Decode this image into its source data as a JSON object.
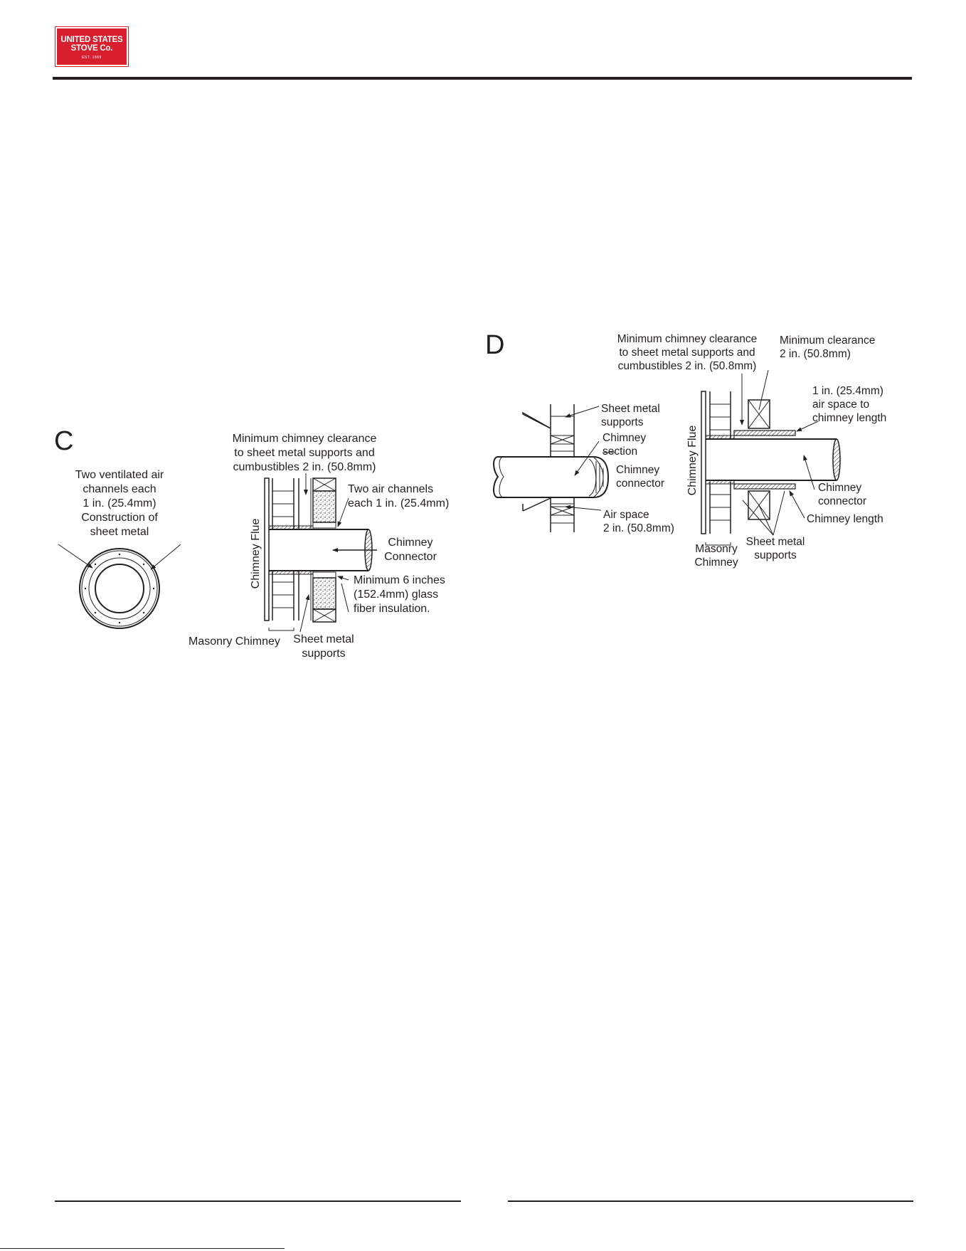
{
  "logo": {
    "line1": "UNITED STATES",
    "line2": "STOVE Co.",
    "line3": "EST. 1869"
  },
  "figure_c": {
    "letter": "C",
    "ring_label": [
      "Two ventilated air",
      "channels each",
      "1 in. (25.4mm)",
      "Construction of",
      "sheet metal"
    ],
    "top_label": [
      "Minimum chimney clearance",
      "to sheet metal supports and",
      "cumbustibles 2 in. (50.8mm)"
    ],
    "air_channels": [
      "Two air channels",
      "each 1 in. (25.4mm)"
    ],
    "connector": [
      "Chimney",
      "Connector"
    ],
    "insulation": [
      "Minimum 6 inches",
      "(152.4mm) glass",
      "fiber insulation."
    ],
    "flue": "Chimney Flue",
    "masonry": "Masonry Chimney",
    "supports": [
      "Sheet metal",
      "supports"
    ]
  },
  "figure_d": {
    "letter": "D",
    "top_label": [
      "Minimum chimney clearance",
      "to sheet metal supports and",
      "cumbustibles 2 in. (50.8mm)"
    ],
    "min_clearance": [
      "Minimum clearance",
      "2 in. (50.8mm)"
    ],
    "air_space_length": [
      "1 in. (25.4mm)",
      "air space to",
      "chimney length"
    ],
    "sheet_metal_supports_left": [
      "Sheet metal",
      "supports"
    ],
    "chimney_section": [
      "Chimney",
      "section"
    ],
    "chimney_connector_left": [
      "Chimney",
      "connector"
    ],
    "air_space": [
      "Air space",
      "2 in. (50.8mm)"
    ],
    "flue": "Chimney Flue",
    "chimney_connector_right": [
      "Chimney",
      "connector"
    ],
    "chimney_length": "Chimney length",
    "masonry": [
      "Masonry",
      "Chimney"
    ],
    "supports_right": [
      "Sheet metal",
      "supports"
    ]
  },
  "footer": {
    "crop_mark": "",
    "crop_text": ""
  }
}
